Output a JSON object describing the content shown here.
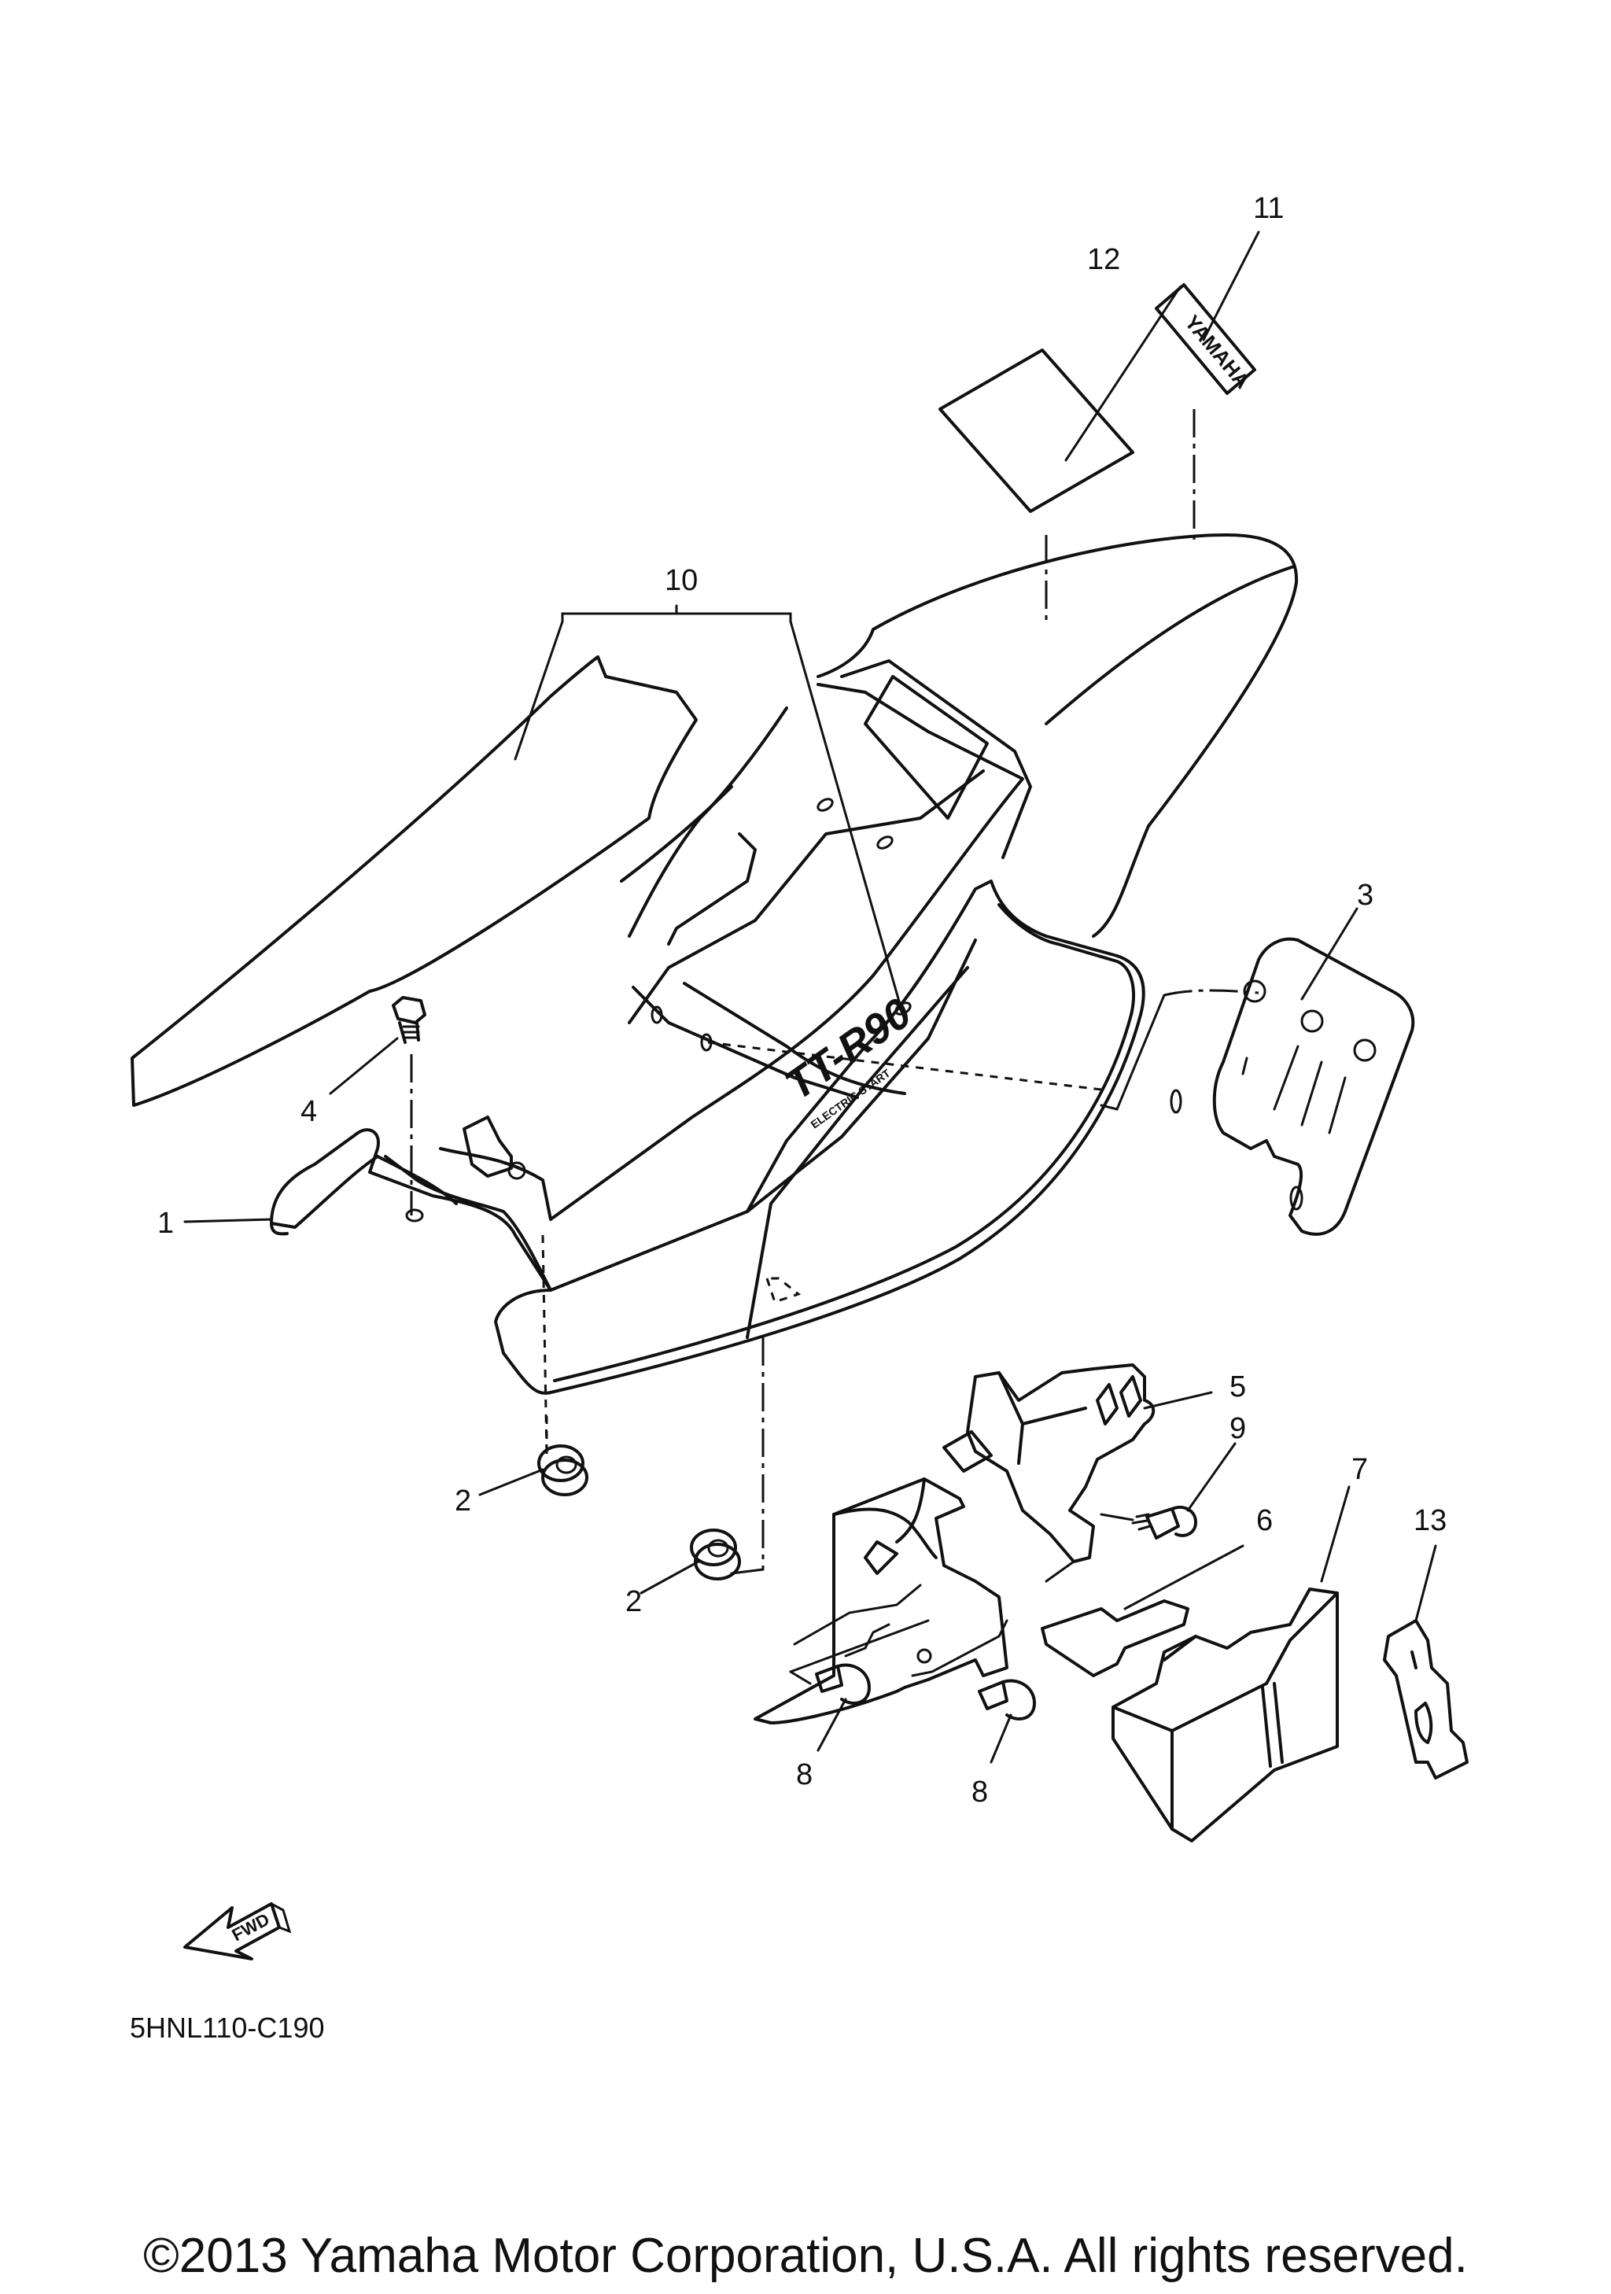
{
  "callouts": [
    {
      "number": "1",
      "part": "side-cover-left"
    },
    {
      "number": "2",
      "part": "grommet"
    },
    {
      "number": "2",
      "part": "grommet"
    },
    {
      "number": "3",
      "part": "bracket"
    },
    {
      "number": "4",
      "part": "bolt"
    },
    {
      "number": "5",
      "part": "battery-box"
    },
    {
      "number": "6",
      "part": "damper"
    },
    {
      "number": "7",
      "part": "battery-case"
    },
    {
      "number": "8",
      "part": "bolt"
    },
    {
      "number": "8",
      "part": "bolt"
    },
    {
      "number": "9",
      "part": "bolt"
    },
    {
      "number": "10",
      "part": "side-cover-set"
    },
    {
      "number": "11",
      "part": "emblem"
    },
    {
      "number": "12",
      "part": "label"
    },
    {
      "number": "13",
      "part": "band"
    }
  ],
  "emblem_text": "YAMAHA",
  "cover_logo": "TT-R90",
  "cover_subtext": "ELECTRIC START",
  "fwd_label": "FWD",
  "diagram_code": "5HNL110-C190",
  "copyright": "©2013 Yamaha Motor Corporation, U.S.A. All rights reserved."
}
